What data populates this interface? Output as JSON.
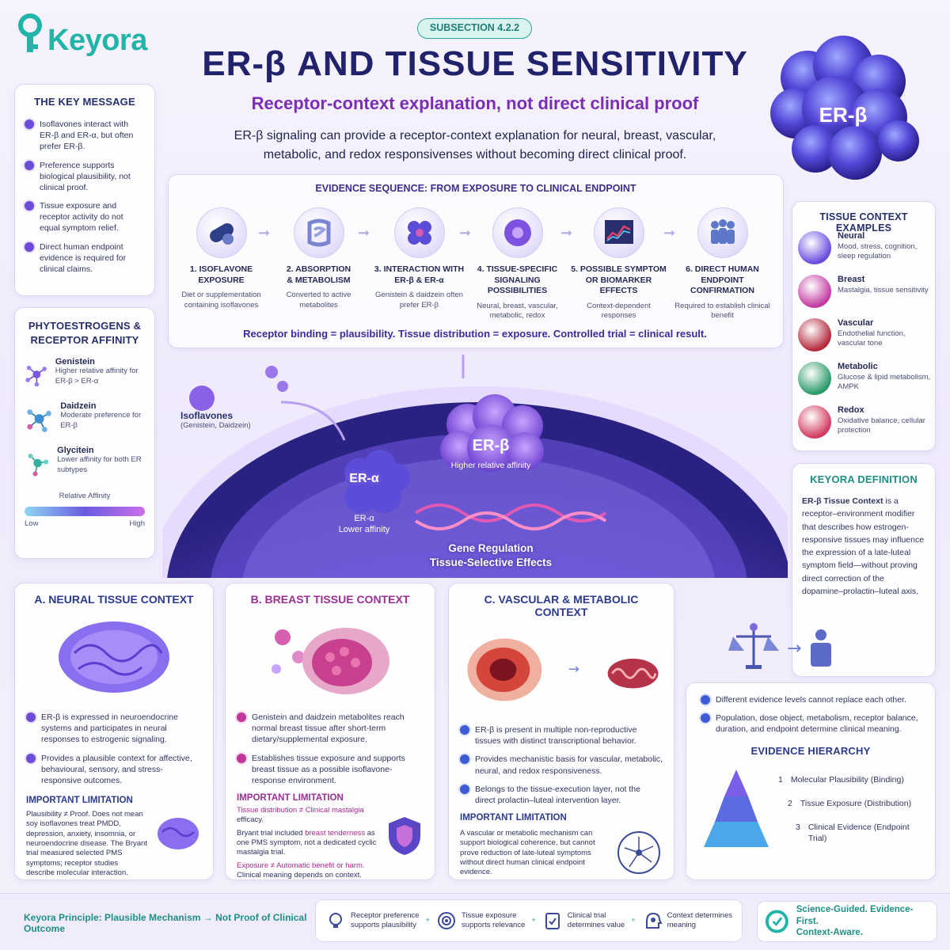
{
  "brand": {
    "name": "Keyora"
  },
  "header": {
    "badge": "SUBSECTION 4.2.2",
    "title": "ER-β AND TISSUE SENSITIVITY",
    "subtitle": "Receptor-context explanation, not direct clinical proof",
    "lead_line1": "ER-β signaling can provide a receptor-context explanation for neural, breast, vascular,",
    "lead_line2": "metabolic, and redox responsivenses without becoming direct clinical proof.",
    "hero_label": "ER-β"
  },
  "key_message": {
    "title": "THE KEY MESSAGE",
    "items": [
      "Isoflavones interact with ER-β and ER-α, but often prefer ER-β.",
      "Preference supports biological plausibility, not clinical proof.",
      "Tissue exposure and receptor activity do not equal symptom relief.",
      "Direct human endpoint evidence is required for clinical claims."
    ]
  },
  "phyto": {
    "title_line1": "PHYTOESTROGENS &",
    "title_line2": "RECEPTOR AFFINITY",
    "items": [
      {
        "name": "Genistein",
        "desc": "Higher relative affinity for ER-β > ER-α"
      },
      {
        "name": "Daidzein",
        "desc": "Moderate preference for ER-β"
      },
      {
        "name": "Glycitein",
        "desc": "Lower affinity for both ER subtypes"
      }
    ],
    "scale_label": "Relative Affinity",
    "scale_low": "Low",
    "scale_high": "High"
  },
  "sequence": {
    "title": "EVIDENCE SEQUENCE: FROM EXPOSURE TO CLINICAL ENDPOINT",
    "steps": [
      {
        "title_l1": "1. ISOFLAVONE",
        "title_l2": "EXPOSURE",
        "desc": "Diet or supplementation containing isoflavones"
      },
      {
        "title_l1": "2. ABSORPTION",
        "title_l2": "& METABOLISM",
        "desc": "Converted to active metabolites"
      },
      {
        "title_l1": "3. INTERACTION WITH",
        "title_l2": "ER-β & ER-α",
        "desc": "Genistein & daidzein often prefer ER-β"
      },
      {
        "title_l1": "4. TISSUE-SPECIFIC",
        "title_l2": "SIGNALING POSSIBILITIES",
        "desc": "Neural, breast, vascular, metabolic, redox"
      },
      {
        "title_l1": "5. POSSIBLE SYMPTOM",
        "title_l2": "OR BIOMARKER EFFECTS",
        "desc": "Context-dependent responses"
      },
      {
        "title_l1": "6. DIRECT HUMAN",
        "title_l2": "ENDPOINT CONFIRMATION",
        "desc": "Required to establish clinical benefit"
      }
    ],
    "summary": "Receptor binding = plausibility. Tissue distribution = exposure. Controlled trial = clinical result."
  },
  "cell": {
    "isoflavones_label": "Isoflavones",
    "isoflavones_sub": "(Genistein, Daidzein)",
    "era_label": "ER-α",
    "era_sub1": "ER-α",
    "era_sub2": "Lower affinity",
    "erb_label": "ER-β",
    "erb_sub": "Higher relative affinity",
    "gene_line1": "Gene Regulation",
    "gene_line2": "Tissue-Selective Effects"
  },
  "tissue_context": {
    "title": "TISSUE CONTEXT EXAMPLES",
    "items": [
      {
        "name": "Neural",
        "desc": "Mood, stress, cognition, sleep regulation",
        "color": "#6a4be0"
      },
      {
        "name": "Breast",
        "desc": "Mastalgia, tissue sensitivity",
        "color": "#c23aa0"
      },
      {
        "name": "Vascular",
        "desc": "Endothelial function, vascular tone",
        "color": "#b3283a"
      },
      {
        "name": "Metabolic",
        "desc": "Glucose & lipid metabolism, AMPK",
        "color": "#2a9a6a"
      },
      {
        "name": "Redox",
        "desc": "Oxidative balance, cellular protection",
        "color": "#d23a5e"
      }
    ]
  },
  "definition": {
    "title": "KEYORA DEFINITION",
    "term": "ER-β Tissue Context",
    "text": " is a receptor–environment modifier that describes how estrogen-responsive tissues may influence the expression of a late-luteal symptom field—without proving direct correction of the dopamine–prolactin–luteal axis."
  },
  "neural": {
    "title": "A. NEURAL TISSUE CONTEXT",
    "bullets": [
      "ER-β is expressed in neuroendocrine systems and participates in neural responses to estrogenic signaling.",
      "Provides a plausible context for affective, behavioural, sensory, and stress-responsive outcomes."
    ],
    "limit_title": "IMPORTANT LIMITATION",
    "limit_text": "Plausibility ≠ Proof. Does not mean soy isoflavones treat PMDD, depression, anxiety, insomnia, or neuroendocrine disease. The Bryant trial measured selected PMS symptoms; receptor studies describe molecular interaction."
  },
  "breast": {
    "title": "B. BREAST TISSUE CONTEXT",
    "bullets": [
      "Genistein and daidzein metabolites reach normal breast tissue after short-term dietary/supplemental exposure.",
      "Establishes tissue exposure and supports breast tissue as a possible isoflavone-response environment."
    ],
    "limit_title": "IMPORTANT LIMITATION",
    "limit_1": "Tissue distribution ≠ Clinical mastalgia",
    "limit_1b": "efficacy.",
    "limit_2a": "Bryant trial included ",
    "limit_2b": "breast tenderness",
    "limit_2c": " as one PMS symptom, not a dedicated cyclic mastalgia trial.",
    "limit_3a": "Exposure ≠ Automatic benefit or harm.",
    "limit_3b": "Clinical meaning depends on context."
  },
  "vascular": {
    "title": "C. VASCULAR & METABOLIC CONTEXT",
    "bullets": [
      "ER-β is present in multiple non-reproductive tissues with distinct transcriptional behavior.",
      "Provides mechanistic basis for vascular, metabolic, neural, and redox responsiveness.",
      "Belongs to the tissue-execution layer, not the direct prolactin–luteal intervention layer."
    ],
    "limit_title": "IMPORTANT LIMITATION",
    "limit_text": "A vascular or metabolic mechanism can support biological coherence, but cannot prove reduction of late-luteal symptoms without direct human clinical endpoint evidence."
  },
  "hierarchy": {
    "bullets": [
      "Different evidence levels cannot replace each other.",
      "Population, dose object, metabolism, receptor balance, duration, and endpoint determine clinical meaning."
    ],
    "title": "EVIDENCE HIERARCHY",
    "levels": [
      {
        "num": "1",
        "label": "Molecular Plausibility (Binding)"
      },
      {
        "num": "2",
        "label": "Tissue Exposure (Distribution)"
      },
      {
        "num": "3",
        "label": "Clinical Evidence (Endpoint Trial)"
      }
    ]
  },
  "footer": {
    "principle": "Keyora Principle: Plausible Mechanism → Not Proof of Clinical Outcome",
    "items": [
      {
        "l1": "Receptor preference",
        "l2": "supports plausibility"
      },
      {
        "l1": "Tissue exposure",
        "l2": "supports relevance"
      },
      {
        "l1": "Clinical trial",
        "l2": "determines value"
      },
      {
        "l1": "Context determines",
        "l2": "meaning"
      }
    ],
    "tag_l1": "Science-Guided. Evidence-First.",
    "tag_l2": "Context-Aware."
  },
  "colors": {
    "accent": "#4b2ec2",
    "teal": "#2aa7a0",
    "navy": "#26306e",
    "magenta": "#b53b9d"
  }
}
